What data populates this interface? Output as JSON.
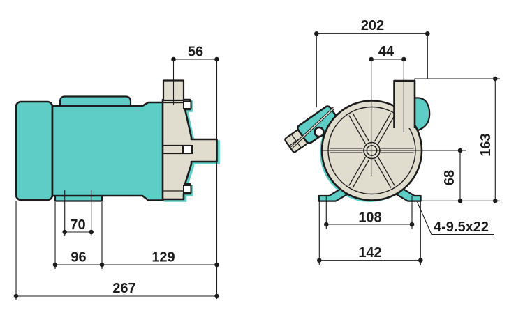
{
  "drawing": {
    "kind": "pump-outline-dimension-drawing",
    "colors": {
      "body_teal": "#5dcdc6",
      "head_beige": "#e0dcce",
      "line": "#1c1c1c",
      "background": "#ffffff"
    },
    "side_view": {
      "dim_port_to_end": "56",
      "dim_slot_spacing": "70",
      "dim_foot_length": "96",
      "dim_head_length": "129",
      "dim_overall_length": "267"
    },
    "front_view": {
      "dim_overall_width": "202",
      "dim_port_offset": "44",
      "dim_overall_height": "163",
      "dim_axis_height": "68",
      "dim_slot_spacing": "108",
      "dim_foot_width": "142",
      "mounting_slots_note": "4-9.5x22"
    }
  }
}
